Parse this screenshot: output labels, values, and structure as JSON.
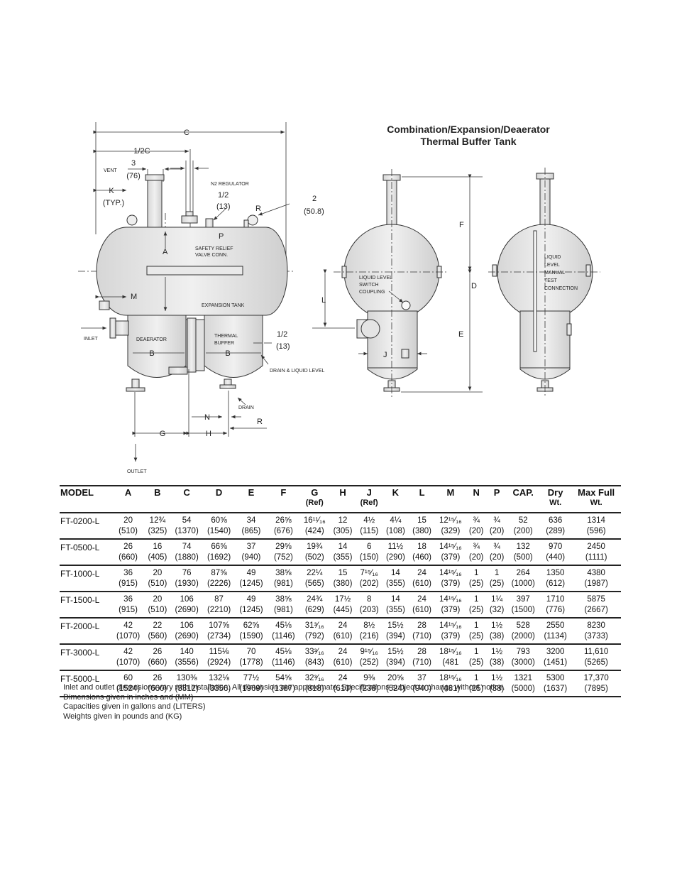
{
  "title": [
    "Combination/Expansion/Deaerator",
    "Thermal Buffer Tank"
  ],
  "drawing_labels": {
    "C": "C",
    "half_c": "1/2C",
    "three": "3",
    "three_mm": "(76)",
    "vent": "VENT",
    "k": "K",
    "typ": "(TYP.)",
    "n2_regulator": "N2 REGULATOR",
    "half": "1/2",
    "thirteen": "(13)",
    "r": "R",
    "two": "2",
    "two_mm": "(50.8)",
    "p": "P",
    "safety_1": "SAFETY RELIEF",
    "safety_2": "VALVE CONN.",
    "a": "A",
    "m": "M",
    "expansion_tank": "EXPANSION TANK",
    "inlet": "INLET",
    "deaerator": "DEAERATOR",
    "thermal": "THERMAL",
    "buffer": "BUFFER",
    "b": "B",
    "half2": "1/2",
    "thirteen2": "(13)",
    "drain_liquid": "DRAIN & LIQUID LEVEL",
    "drain": "DRAIN",
    "n": "N",
    "r2": "R",
    "g": "G",
    "h": "H",
    "outlet": "OUTLET",
    "f": "F",
    "d": "D",
    "e": "E",
    "l": "L",
    "j": "J",
    "lls_1": "LIQUID LEVEL",
    "lls_2": "SWITCH",
    "lls_3": "COUPLING",
    "llm_1": "LIQUID",
    "llm_2": "LEVEL",
    "llm_3": "MANUAL",
    "llm_4": "TEST",
    "llm_5": "CONNECTION"
  },
  "table": {
    "headers": [
      {
        "main": "MODEL",
        "sub": ""
      },
      {
        "main": "A",
        "sub": ""
      },
      {
        "main": "B",
        "sub": ""
      },
      {
        "main": "C",
        "sub": ""
      },
      {
        "main": "D",
        "sub": ""
      },
      {
        "main": "E",
        "sub": ""
      },
      {
        "main": "F",
        "sub": ""
      },
      {
        "main": "G",
        "sub": "(Ref)"
      },
      {
        "main": "H",
        "sub": ""
      },
      {
        "main": "J",
        "sub": "(Ref)"
      },
      {
        "main": "K",
        "sub": ""
      },
      {
        "main": "L",
        "sub": ""
      },
      {
        "main": "M",
        "sub": ""
      },
      {
        "main": "N",
        "sub": ""
      },
      {
        "main": "P",
        "sub": ""
      },
      {
        "main": "CAP.",
        "sub": ""
      },
      {
        "main": "Dry",
        "sub": "Wt."
      },
      {
        "main": "Max Full",
        "sub": "Wt."
      }
    ],
    "rows": [
      {
        "model": "FT-0200-L",
        "cells": [
          [
            "20",
            "(510)"
          ],
          [
            "12¾",
            "(325)"
          ],
          [
            "54",
            "(1370)"
          ],
          [
            "60⅝",
            "(1540)"
          ],
          [
            "34",
            "(865)"
          ],
          [
            "26⅝",
            "(676)"
          ],
          [
            "16¹¹⁄₁₆",
            "(424)"
          ],
          [
            "12",
            "(305)"
          ],
          [
            "4½",
            "(115)"
          ],
          [
            "4¼",
            "(108)"
          ],
          [
            "15",
            "(380)"
          ],
          [
            "12¹⁵⁄₁₆",
            "(329)"
          ],
          [
            "¾",
            "(20)"
          ],
          [
            "¾",
            "(20)"
          ],
          [
            "52",
            "(200)"
          ],
          [
            "636",
            "(289)"
          ],
          [
            "1314",
            "(596)"
          ]
        ]
      },
      {
        "model": "FT-0500-L",
        "cells": [
          [
            "26",
            "(660)"
          ],
          [
            "16",
            "(405)"
          ],
          [
            "74",
            "(1880)"
          ],
          [
            "66⅝",
            "(1692)"
          ],
          [
            "37",
            "(940)"
          ],
          [
            "29⅝",
            "(752)"
          ],
          [
            "19¾",
            "(502)"
          ],
          [
            "14",
            "(355)"
          ],
          [
            "6",
            "(150)"
          ],
          [
            "11½",
            "(290)"
          ],
          [
            "18",
            "(460)"
          ],
          [
            "14¹⁵⁄₁₆",
            "(379)"
          ],
          [
            "¾",
            "(20)"
          ],
          [
            "¾",
            "(20)"
          ],
          [
            "132",
            "(500)"
          ],
          [
            "970",
            "(440)"
          ],
          [
            "2450",
            "(1111)"
          ]
        ]
      },
      {
        "model": "FT-1000-L",
        "cells": [
          [
            "36",
            "(915)"
          ],
          [
            "20",
            "(510)"
          ],
          [
            "76",
            "(1930)"
          ],
          [
            "87⅝",
            "(2226)"
          ],
          [
            "49",
            "(1245)"
          ],
          [
            "38⅝",
            "(981)"
          ],
          [
            "22¼",
            "(565)"
          ],
          [
            "15",
            "(380)"
          ],
          [
            "7¹⁵⁄₁₆",
            "(202)"
          ],
          [
            "14",
            "(355)"
          ],
          [
            "24",
            "(610)"
          ],
          [
            "14¹⁵⁄₁₆",
            "(379)"
          ],
          [
            "1",
            "(25)"
          ],
          [
            "1",
            "(25)"
          ],
          [
            "264",
            "(1000)"
          ],
          [
            "1350",
            "(612)"
          ],
          [
            "4380",
            "(1987)"
          ]
        ]
      },
      {
        "model": "FT-1500-L",
        "cells": [
          [
            "36",
            "(915)"
          ],
          [
            "20",
            "(510)"
          ],
          [
            "106",
            "(2690)"
          ],
          [
            "87",
            "(2210)"
          ],
          [
            "49",
            "(1245)"
          ],
          [
            "38⅝",
            "(981)"
          ],
          [
            "24¾",
            "(629)"
          ],
          [
            "17½",
            "(445)"
          ],
          [
            "8",
            "(203)"
          ],
          [
            "14",
            "(355)"
          ],
          [
            "24",
            "(610)"
          ],
          [
            "14¹⁵⁄₁₆",
            "(379)"
          ],
          [
            "1",
            "(25)"
          ],
          [
            "1¼",
            "(32)"
          ],
          [
            "397",
            "(1500)"
          ],
          [
            "1710",
            "(776)"
          ],
          [
            "5875",
            "(2667)"
          ]
        ]
      },
      {
        "model": "FT-2000-L",
        "cells": [
          [
            "42",
            "(1070)"
          ],
          [
            "22",
            "(560)"
          ],
          [
            "106",
            "(2690)"
          ],
          [
            "107⅝",
            "(2734)"
          ],
          [
            "62⅝",
            "(1590)"
          ],
          [
            "45⅛",
            "(1146)"
          ],
          [
            "31³⁄₁₆",
            "(792)"
          ],
          [
            "24",
            "(610)"
          ],
          [
            "8½",
            "(216)"
          ],
          [
            "15½",
            "(394)"
          ],
          [
            "28",
            "(710)"
          ],
          [
            "14¹⁵⁄₁₆",
            "(379)"
          ],
          [
            "1",
            "(25)"
          ],
          [
            "1½",
            "(38)"
          ],
          [
            "528",
            "(2000)"
          ],
          [
            "2550",
            "(1134)"
          ],
          [
            "8230",
            "(3733)"
          ]
        ]
      },
      {
        "model": "FT-3000-L",
        "cells": [
          [
            "42",
            "(1070)"
          ],
          [
            "26",
            "(660)"
          ],
          [
            "140",
            "(3556)"
          ],
          [
            "115⅛",
            "(2924)"
          ],
          [
            "70",
            "(1778)"
          ],
          [
            "45⅛",
            "(1146)"
          ],
          [
            "33³⁄₁₆",
            "(843)"
          ],
          [
            "24",
            "(610)"
          ],
          [
            "9¹⁵⁄₁₆",
            "(252)"
          ],
          [
            "15½",
            "(394)"
          ],
          [
            "28",
            "(710)"
          ],
          [
            "18¹⁵⁄₁₆",
            "(481"
          ],
          [
            "1",
            "(25)"
          ],
          [
            "1½",
            "(38)"
          ],
          [
            "793",
            "(3000)"
          ],
          [
            "3200",
            "(1451)"
          ],
          [
            "11,610",
            "(5265)"
          ]
        ]
      },
      {
        "model": "FT-5000-L",
        "cells": [
          [
            "60",
            "(1524)"
          ],
          [
            "26",
            "(660)"
          ],
          [
            "130⅜",
            "(3312)"
          ],
          [
            "132⅛",
            "(3356)"
          ],
          [
            "77½",
            "(1969)"
          ],
          [
            "54⅝",
            "(1387)"
          ],
          [
            "32³⁄₁₆",
            "(818)"
          ],
          [
            "24",
            "(610)"
          ],
          [
            "9⅜",
            "(238)"
          ],
          [
            "20⅝",
            "(524)"
          ],
          [
            "37",
            "(940)"
          ],
          [
            "18¹⁵⁄₁₆",
            "(481)"
          ],
          [
            "1",
            "(25)"
          ],
          [
            "1½",
            "(38)"
          ],
          [
            "1321",
            "(5000)"
          ],
          [
            "5300",
            "(1637)"
          ],
          [
            "17,370",
            "(7895)"
          ]
        ]
      }
    ]
  },
  "notes": [
    "Inlet and outlet dimensions vary with installation. All dimension are approximate. Specifications subject to change without notice.",
    "Dimensions given in inches and (MM)",
    "Capacities given in gallons and (LITERS)",
    "Weights given in pounds and (KG)"
  ]
}
